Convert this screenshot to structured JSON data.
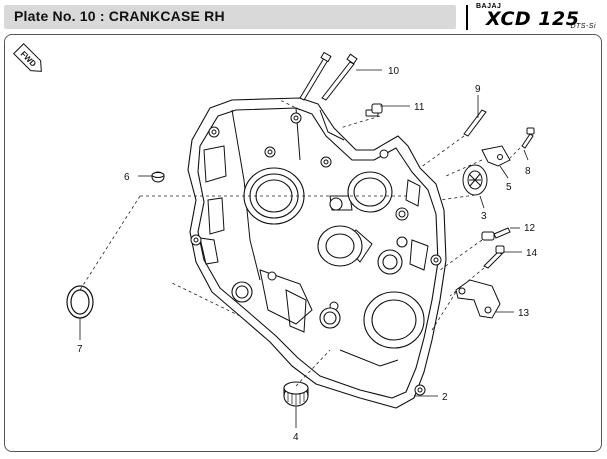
{
  "header": {
    "title": "Plate No. 10  : CRANKCASE RH",
    "brand_top": "BAJAJ",
    "brand_model": "XCD 125",
    "brand_sub": "DTS-Si"
  },
  "fwd_label": "FWD",
  "callouts": [
    {
      "id": "2",
      "label": "2"
    },
    {
      "id": "3",
      "label": "3"
    },
    {
      "id": "4",
      "label": "4"
    },
    {
      "id": "5",
      "label": "5"
    },
    {
      "id": "6",
      "label": "6"
    },
    {
      "id": "7",
      "label": "7"
    },
    {
      "id": "8",
      "label": "8"
    },
    {
      "id": "9",
      "label": "9"
    },
    {
      "id": "10",
      "label": "10"
    },
    {
      "id": "11",
      "label": "11"
    },
    {
      "id": "12",
      "label": "12"
    },
    {
      "id": "13",
      "label": "13"
    },
    {
      "id": "14",
      "label": "14"
    }
  ]
}
